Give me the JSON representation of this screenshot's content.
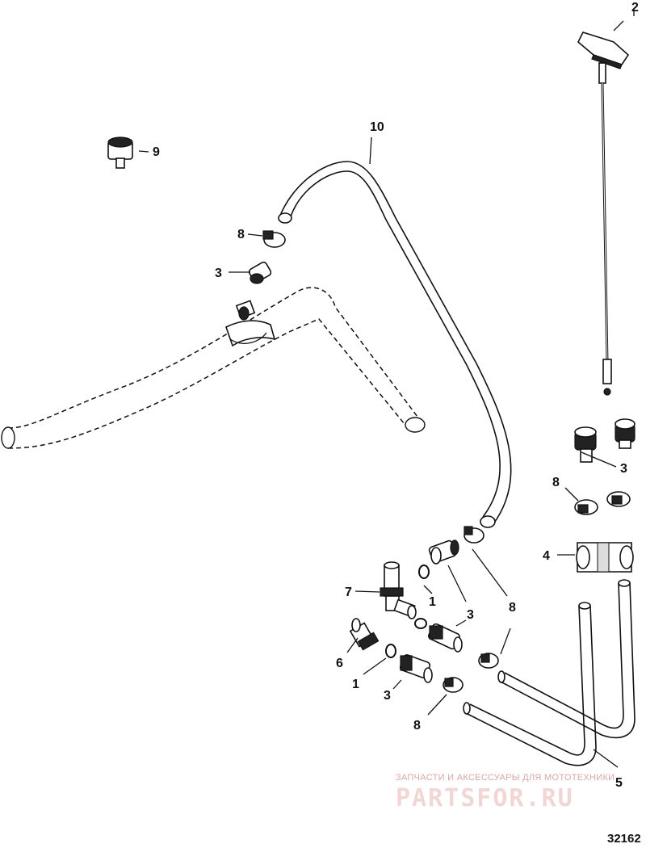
{
  "callouts": {
    "c1a": "1",
    "c1b": "1",
    "c2": "2",
    "c3a": "3",
    "c3b": "3",
    "c3c": "3",
    "c3d": "3",
    "c4": "4",
    "c5": "5",
    "c6": "6",
    "c7": "7",
    "c8a": "8",
    "c8b": "8",
    "c8c": "8",
    "c8d": "8",
    "c9": "9",
    "c10": "10"
  },
  "watermark": {
    "tagline": "ЗАПЧАСТИ И АКСЕССУАРЫ ДЛЯ МОТОТЕХНИКИ",
    "brand": "PARTSFOR.RU"
  },
  "figure_number": "32162"
}
